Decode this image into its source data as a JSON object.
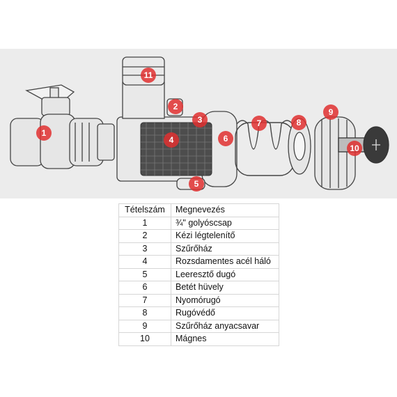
{
  "table": {
    "headers": {
      "number": "Tételszám",
      "name": "Megnevezés"
    },
    "rows": [
      {
        "number": "1",
        "name": "¾\" golyóscsap"
      },
      {
        "number": "2",
        "name": "Kézi légtelenítő"
      },
      {
        "number": "3",
        "name": "Szűrőház"
      },
      {
        "number": "4",
        "name": "Rozsdamentes acél háló"
      },
      {
        "number": "5",
        "name": "Leeresztő dugó"
      },
      {
        "number": "6",
        "name": "Betét hüvely"
      },
      {
        "number": "7",
        "name": "Nyomórugó"
      },
      {
        "number": "8",
        "name": "Rugóvédő"
      },
      {
        "number": "9",
        "name": "Szűrőház anyacsavar"
      },
      {
        "number": "10",
        "name": "Mágnes"
      }
    ]
  },
  "callouts": [
    "1",
    "2",
    "3",
    "4",
    "5",
    "6",
    "7",
    "8",
    "9",
    "10",
    "11"
  ],
  "colors": {
    "callout_fill": "#e03030",
    "line_art": "#555555",
    "metal": "#d9d9d9",
    "mesh": "#4a4a4a"
  }
}
